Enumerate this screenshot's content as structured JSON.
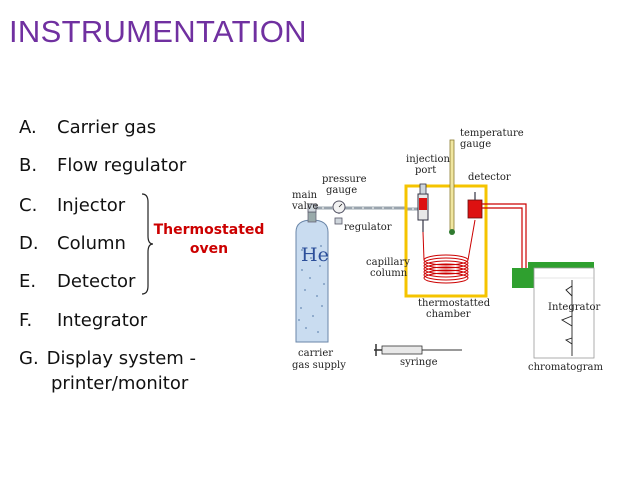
{
  "title": "INSTRUMENTATION",
  "list": {
    "items": [
      {
        "letter": "A.",
        "text": "Carrier gas"
      },
      {
        "letter": "B.",
        "text": "Flow regulator"
      },
      {
        "letter": "C.",
        "text": "Injector"
      },
      {
        "letter": "D.",
        "text": "Column"
      },
      {
        "letter": "E.",
        "text": "Detector"
      },
      {
        "letter": "F.",
        "text": "Integrator"
      },
      {
        "letter": "G.",
        "text": "Display system -"
      }
    ],
    "continuation": "printer/monitor"
  },
  "group": {
    "line1": "Thermostated",
    "line2": "oven"
  },
  "diagram": {
    "he": "He",
    "temperature": "temperature",
    "gauge": "gauge",
    "injection": "injection",
    "port": "port",
    "detector": "detector",
    "main": "main",
    "valve": "valve",
    "pressure": "pressure",
    "pgauge": "gauge",
    "regulator": "regulator",
    "capillary": "capillary",
    "column": "column",
    "thermostatted": "thermostatted",
    "chamber": "chamber",
    "integrator": "Integrator",
    "carrier": "carrier",
    "gas_supply": "gas supply",
    "syringe": "syringe",
    "chromatogram": "chromatogram"
  },
  "colors": {
    "title": "#7030a0",
    "oven_label": "#cc0000",
    "chamber": "#f5c400",
    "tubing": "#cc0000",
    "detector": "#dd1111",
    "cylinder": "#c9dcf0",
    "recorder": "#2fa02f"
  }
}
